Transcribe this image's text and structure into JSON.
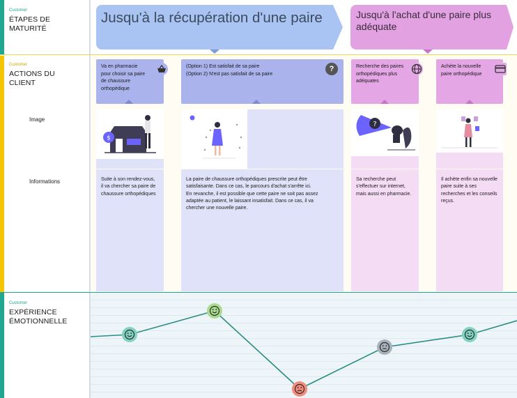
{
  "sections": {
    "stages": {
      "small": "Customer",
      "title_line1": "ÉTAPES DE",
      "title_line2": "MATURITÉ",
      "bar_color": "#21a68f"
    },
    "actions": {
      "small": "Customer",
      "title_line1": "ACTIONS DU",
      "title_line2": "CLIENT",
      "bar_color": "#f2c500",
      "row_labels": {
        "image": "Image",
        "info": "Informations"
      }
    },
    "emotion": {
      "small": "Customer",
      "title_line1": "EXPÉRIENCE",
      "title_line2": "ÉMOTIONNELLE",
      "bar_color": "#21a68f"
    }
  },
  "stages": [
    {
      "title": "Jusqu'à la récupération d'une paire",
      "color": "#a9c4f2"
    },
    {
      "title": "Jusqu'à l'achat d'une paire plus adéquate",
      "color": "#e2a2e2"
    }
  ],
  "actions": [
    {
      "text": "Va en pharmacie pour choisir sa paire de chaussure orthopédique",
      "icon": "basket-icon",
      "card_color": "#aab3ec",
      "info_color": "#dfe2f8",
      "info": "Suite à son rendez-vous, il va chercher sa paire de chaussure orthopédiques"
    },
    {
      "text_line1": "(Option 1) Est satisfait de sa paire",
      "text_line2": "(Option 2) N'est pas satisfait de sa paire",
      "icon": "question-icon",
      "card_color": "#aab3ec",
      "info_color": "#dfe2f8",
      "info_line1": "La paire de chaussure orthopédiques prescrite peut être satisfaisante. Dans ce cas, le parcours d'achat s'arrête ici.",
      "info_line2": "En revanche, il est possible que cette paire ne soit pas assez adaptée au patient, le laissant insatisfait. Dans ce cas, il va chercher une nouvelle paire."
    },
    {
      "text": "Recherche des paires orthopédiques plus adéquates",
      "icon": "globe-icon",
      "card_color": "#e5a6e5",
      "info_color": "#f5dcf5",
      "info": "Sa recherche peut s'effectuer sur internet, mais aussi en pharmacie."
    },
    {
      "text": "Achète la nouvelle paire orthopédique",
      "icon": "credit-card-icon",
      "card_color": "#e5a6e5",
      "info_color": "#f5dcf5",
      "info": "Il achète enfin sa nouvelle paire suite à ses recherches et les conseils reçus."
    }
  ],
  "emotion_levels": [
    "happy",
    "very-happy",
    "sad",
    "neutral",
    "happy"
  ],
  "emotion_colors": {
    "happy": "#7fd3c0",
    "very-happy": "#a9dc8e",
    "sad": "#f28b7b",
    "neutral": "#a7b2bd",
    "line": "#2b8c82"
  }
}
